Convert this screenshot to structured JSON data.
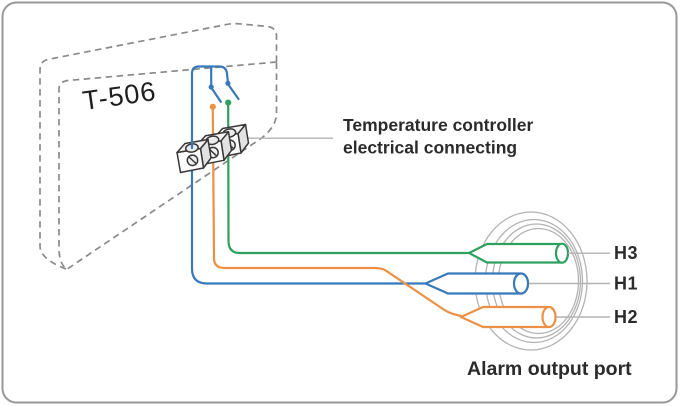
{
  "diagram": {
    "device_label": "T-506",
    "note": {
      "line1": "Temperature controller",
      "line2": "electrical connecting"
    },
    "port_label": "Alarm output port",
    "wires": [
      {
        "label": "H3",
        "name": "green",
        "color": "#2fa05f"
      },
      {
        "label": "H1",
        "name": "blue",
        "color": "#3779b9"
      },
      {
        "label": "H2",
        "name": "orange",
        "color": "#ec9143"
      }
    ],
    "colors": {
      "blue": "#3779b9",
      "green": "#2fa05f",
      "orange": "#ec9143",
      "leader": "#b3b3b3",
      "ring": "#b3b3b3",
      "dash": "#8a8a8a",
      "frame": "#979797",
      "text": "#2b2b2b"
    }
  }
}
